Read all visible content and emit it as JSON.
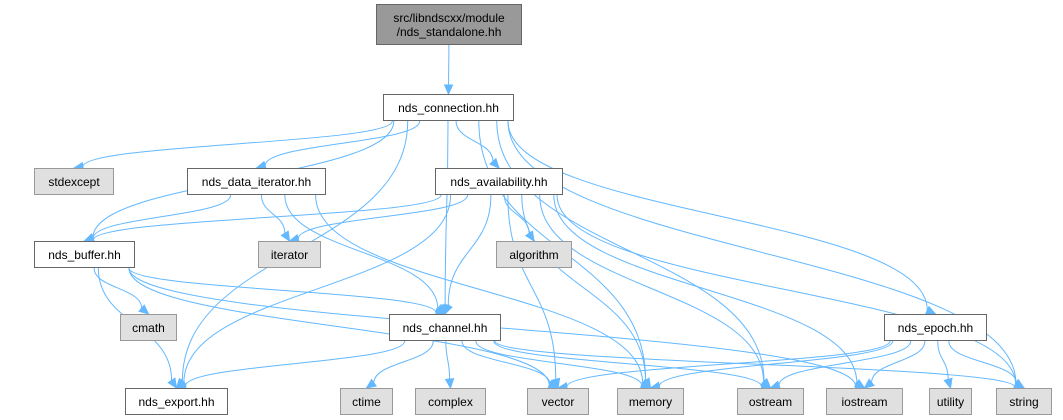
{
  "graph": {
    "title": "Include dependency graph for nds_standalone.hh",
    "edge_color": "#63b8ff",
    "nodes": {
      "standalone": {
        "label": "src/libndscxx/module\n/nds_standalone.hh",
        "kind": "root"
      },
      "connection": {
        "label": "nds_connection.hh",
        "kind": "project"
      },
      "stdexcept": {
        "label": "stdexcept",
        "kind": "system"
      },
      "data_iterator": {
        "label": "nds_data_iterator.hh",
        "kind": "project"
      },
      "availability": {
        "label": "nds_availability.hh",
        "kind": "project"
      },
      "buffer": {
        "label": "nds_buffer.hh",
        "kind": "project"
      },
      "iterator": {
        "label": "iterator",
        "kind": "system"
      },
      "algorithm": {
        "label": "algorithm",
        "kind": "system"
      },
      "cmath": {
        "label": "cmath",
        "kind": "system"
      },
      "channel": {
        "label": "nds_channel.hh",
        "kind": "project"
      },
      "epoch": {
        "label": "nds_epoch.hh",
        "kind": "project"
      },
      "export": {
        "label": "nds_export.hh",
        "kind": "project"
      },
      "ctime": {
        "label": "ctime",
        "kind": "system"
      },
      "complex": {
        "label": "complex",
        "kind": "system"
      },
      "vector": {
        "label": "vector",
        "kind": "system"
      },
      "memory": {
        "label": "memory",
        "kind": "system"
      },
      "ostream": {
        "label": "ostream",
        "kind": "system"
      },
      "iostream": {
        "label": "iostream",
        "kind": "system"
      },
      "utility": {
        "label": "utility",
        "kind": "system"
      },
      "string": {
        "label": "string",
        "kind": "system"
      }
    },
    "edges": [
      [
        "standalone",
        "connection"
      ],
      [
        "connection",
        "stdexcept"
      ],
      [
        "connection",
        "data_iterator"
      ],
      [
        "connection",
        "availability"
      ],
      [
        "connection",
        "buffer"
      ],
      [
        "connection",
        "export"
      ],
      [
        "connection",
        "channel"
      ],
      [
        "connection",
        "memory"
      ],
      [
        "connection",
        "ostream"
      ],
      [
        "connection",
        "epoch"
      ],
      [
        "connection",
        "string"
      ],
      [
        "data_iterator",
        "buffer"
      ],
      [
        "data_iterator",
        "iterator"
      ],
      [
        "data_iterator",
        "channel"
      ],
      [
        "data_iterator",
        "memory"
      ],
      [
        "availability",
        "buffer"
      ],
      [
        "availability",
        "iterator"
      ],
      [
        "availability",
        "algorithm"
      ],
      [
        "availability",
        "channel"
      ],
      [
        "availability",
        "export"
      ],
      [
        "availability",
        "vector"
      ],
      [
        "availability",
        "memory"
      ],
      [
        "availability",
        "ostream"
      ],
      [
        "availability",
        "iostream"
      ],
      [
        "availability",
        "string"
      ],
      [
        "buffer",
        "cmath"
      ],
      [
        "buffer",
        "export"
      ],
      [
        "buffer",
        "channel"
      ],
      [
        "buffer",
        "vector"
      ],
      [
        "buffer",
        "iostream"
      ],
      [
        "channel",
        "export"
      ],
      [
        "channel",
        "ctime"
      ],
      [
        "channel",
        "complex"
      ],
      [
        "channel",
        "vector"
      ],
      [
        "channel",
        "memory"
      ],
      [
        "channel",
        "ostream"
      ],
      [
        "channel",
        "string"
      ],
      [
        "epoch",
        "vector"
      ],
      [
        "epoch",
        "memory"
      ],
      [
        "epoch",
        "ostream"
      ],
      [
        "epoch",
        "iostream"
      ],
      [
        "epoch",
        "utility"
      ],
      [
        "epoch",
        "string"
      ]
    ]
  }
}
